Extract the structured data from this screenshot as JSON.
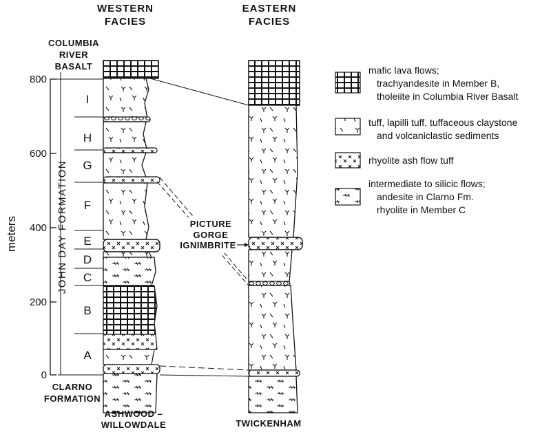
{
  "headers": {
    "western": [
      "WESTERN",
      "FACIES"
    ],
    "eastern": [
      "EASTERN",
      "FACIES"
    ]
  },
  "left_labels": {
    "columbia": [
      "COLUMBIA",
      "RIVER",
      "BASALT"
    ],
    "clarno": [
      "CLARNO",
      "FORMATION"
    ],
    "john_day": "JOHN DAY FORMATION",
    "y_axis": "meters"
  },
  "y_ticks": [
    "800",
    "600",
    "400",
    "200",
    "0"
  ],
  "members": [
    "I",
    "H",
    "G",
    "F",
    "E",
    "D",
    "C",
    "B",
    "A"
  ],
  "picture_gorge": [
    "PICTURE",
    "GORGE",
    "IGNIMBRITE"
  ],
  "localities": {
    "western": [
      "ASHWOOD –",
      "WILLOWDALE"
    ],
    "eastern": "TWICKENHAM"
  },
  "legend": [
    {
      "icon": "mafic-lava-pattern-icon",
      "lines": [
        "mafic lava flows;",
        "trachyandesite in Member B,",
        "tholeiite in Columbia River Basalt"
      ]
    },
    {
      "icon": "tuff-pattern-icon",
      "lines": [
        "tuff, lapilli tuff, tuffaceous claystone",
        "and volcaniclastic sediments"
      ]
    },
    {
      "icon": "rhyolite-ash-pattern-icon",
      "lines": [
        "rhyolite ash flow tuff"
      ]
    },
    {
      "icon": "silicic-flow-pattern-icon",
      "lines": [
        "intermediate to silicic flows;",
        "andesite in Clarno Fm.",
        "rhyolite in Member C"
      ]
    }
  ]
}
